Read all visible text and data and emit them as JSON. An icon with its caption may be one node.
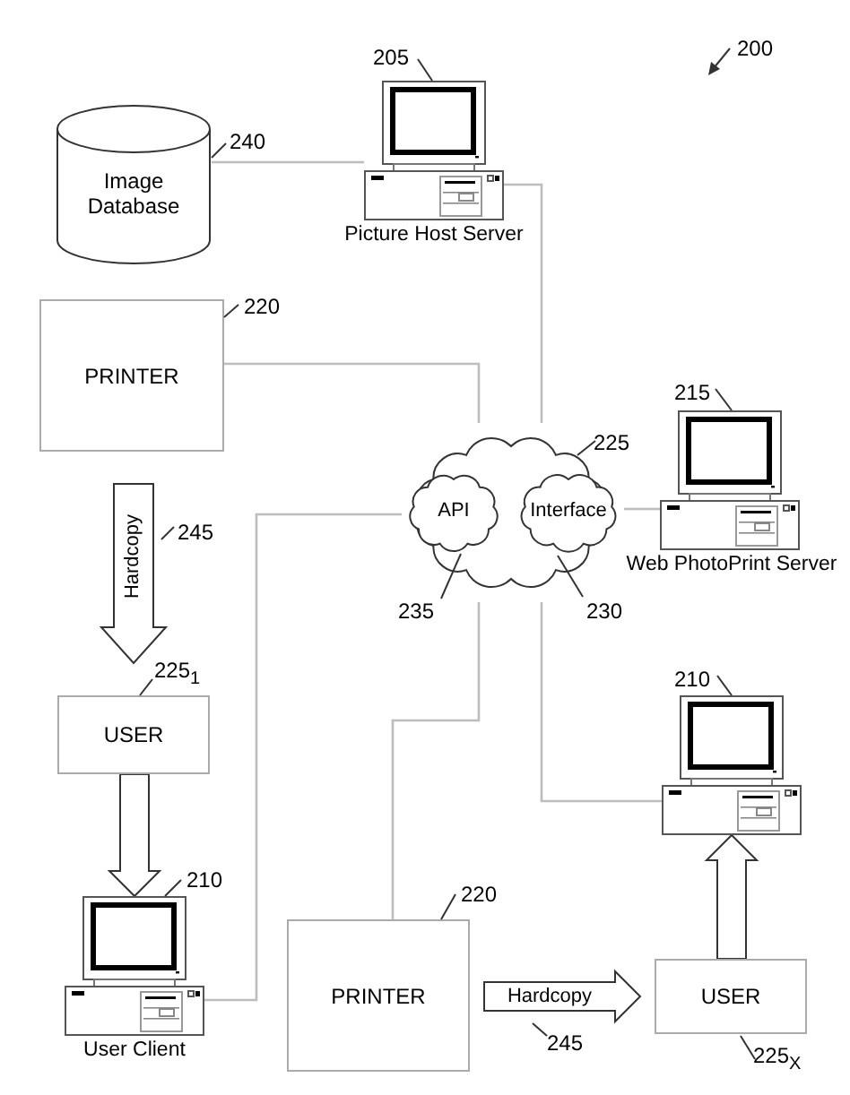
{
  "diagram": {
    "nodes": [
      {
        "text": [
          "Image Database"
        ],
        "beside": [
          "240"
        ]
      },
      {
        "text": [
          "Picture Host Server"
        ],
        "beside": [
          "205"
        ]
      },
      {
        "text": [
          "PRINTER"
        ],
        "beside": [
          "220"
        ]
      },
      {
        "text": [],
        "shape": "cloud",
        "beside": [
          "225"
        ]
      },
      {
        "text": [
          "API"
        ],
        "in": 3,
        "beside": [
          "235"
        ]
      },
      {
        "text": [
          "Interface"
        ],
        "in": 3,
        "beside": [
          "230"
        ]
      },
      {
        "text": [
          "Web PhotoPrint Server"
        ],
        "beside": [
          "215"
        ]
      },
      {
        "text": [
          "USER"
        ],
        "beside": [
          "225$_{1}$"
        ]
      },
      {
        "text": [
          "User Client"
        ],
        "beside": [
          "210"
        ]
      },
      {
        "text": [
          "PRINTER"
        ],
        "beside": [
          "220"
        ]
      },
      {
        "text": [
          "USER"
        ],
        "beside": [
          "225$_{X}$"
        ]
      },
      {
        "text": [],
        "shape": "computer",
        "beside": [
          "210"
        ]
      }
    ],
    "edges": [
      {
        "from": 0,
        "to": 1,
        "arrow": "none"
      },
      {
        "from": 1,
        "to": 3,
        "arrow": "none"
      },
      {
        "from": 2,
        "to": 3,
        "arrow": "none"
      },
      {
        "from": 5,
        "to": 6,
        "arrow": "none"
      },
      {
        "from": 4,
        "to": 8,
        "arrow": "none"
      },
      {
        "from": 3,
        "to": 9,
        "arrow": "none"
      },
      {
        "from": 3,
        "to": 11,
        "arrow": "none"
      },
      {
        "from": 2,
        "to": 7,
        "arrow": "to",
        "style": "thick",
        "label": "Hardcopy"
      },
      {
        "from": 7,
        "to": 8,
        "arrow": "to",
        "style": "thick"
      },
      {
        "from": 9,
        "to": 10,
        "arrow": "to",
        "style": "thick",
        "label": "Hardcopy"
      },
      {
        "from": 10,
        "to": 11,
        "arrow": "to",
        "style": "thick"
      }
    ],
    "labels": [
      "200",
      "245",
      "245"
    ]
  }
}
